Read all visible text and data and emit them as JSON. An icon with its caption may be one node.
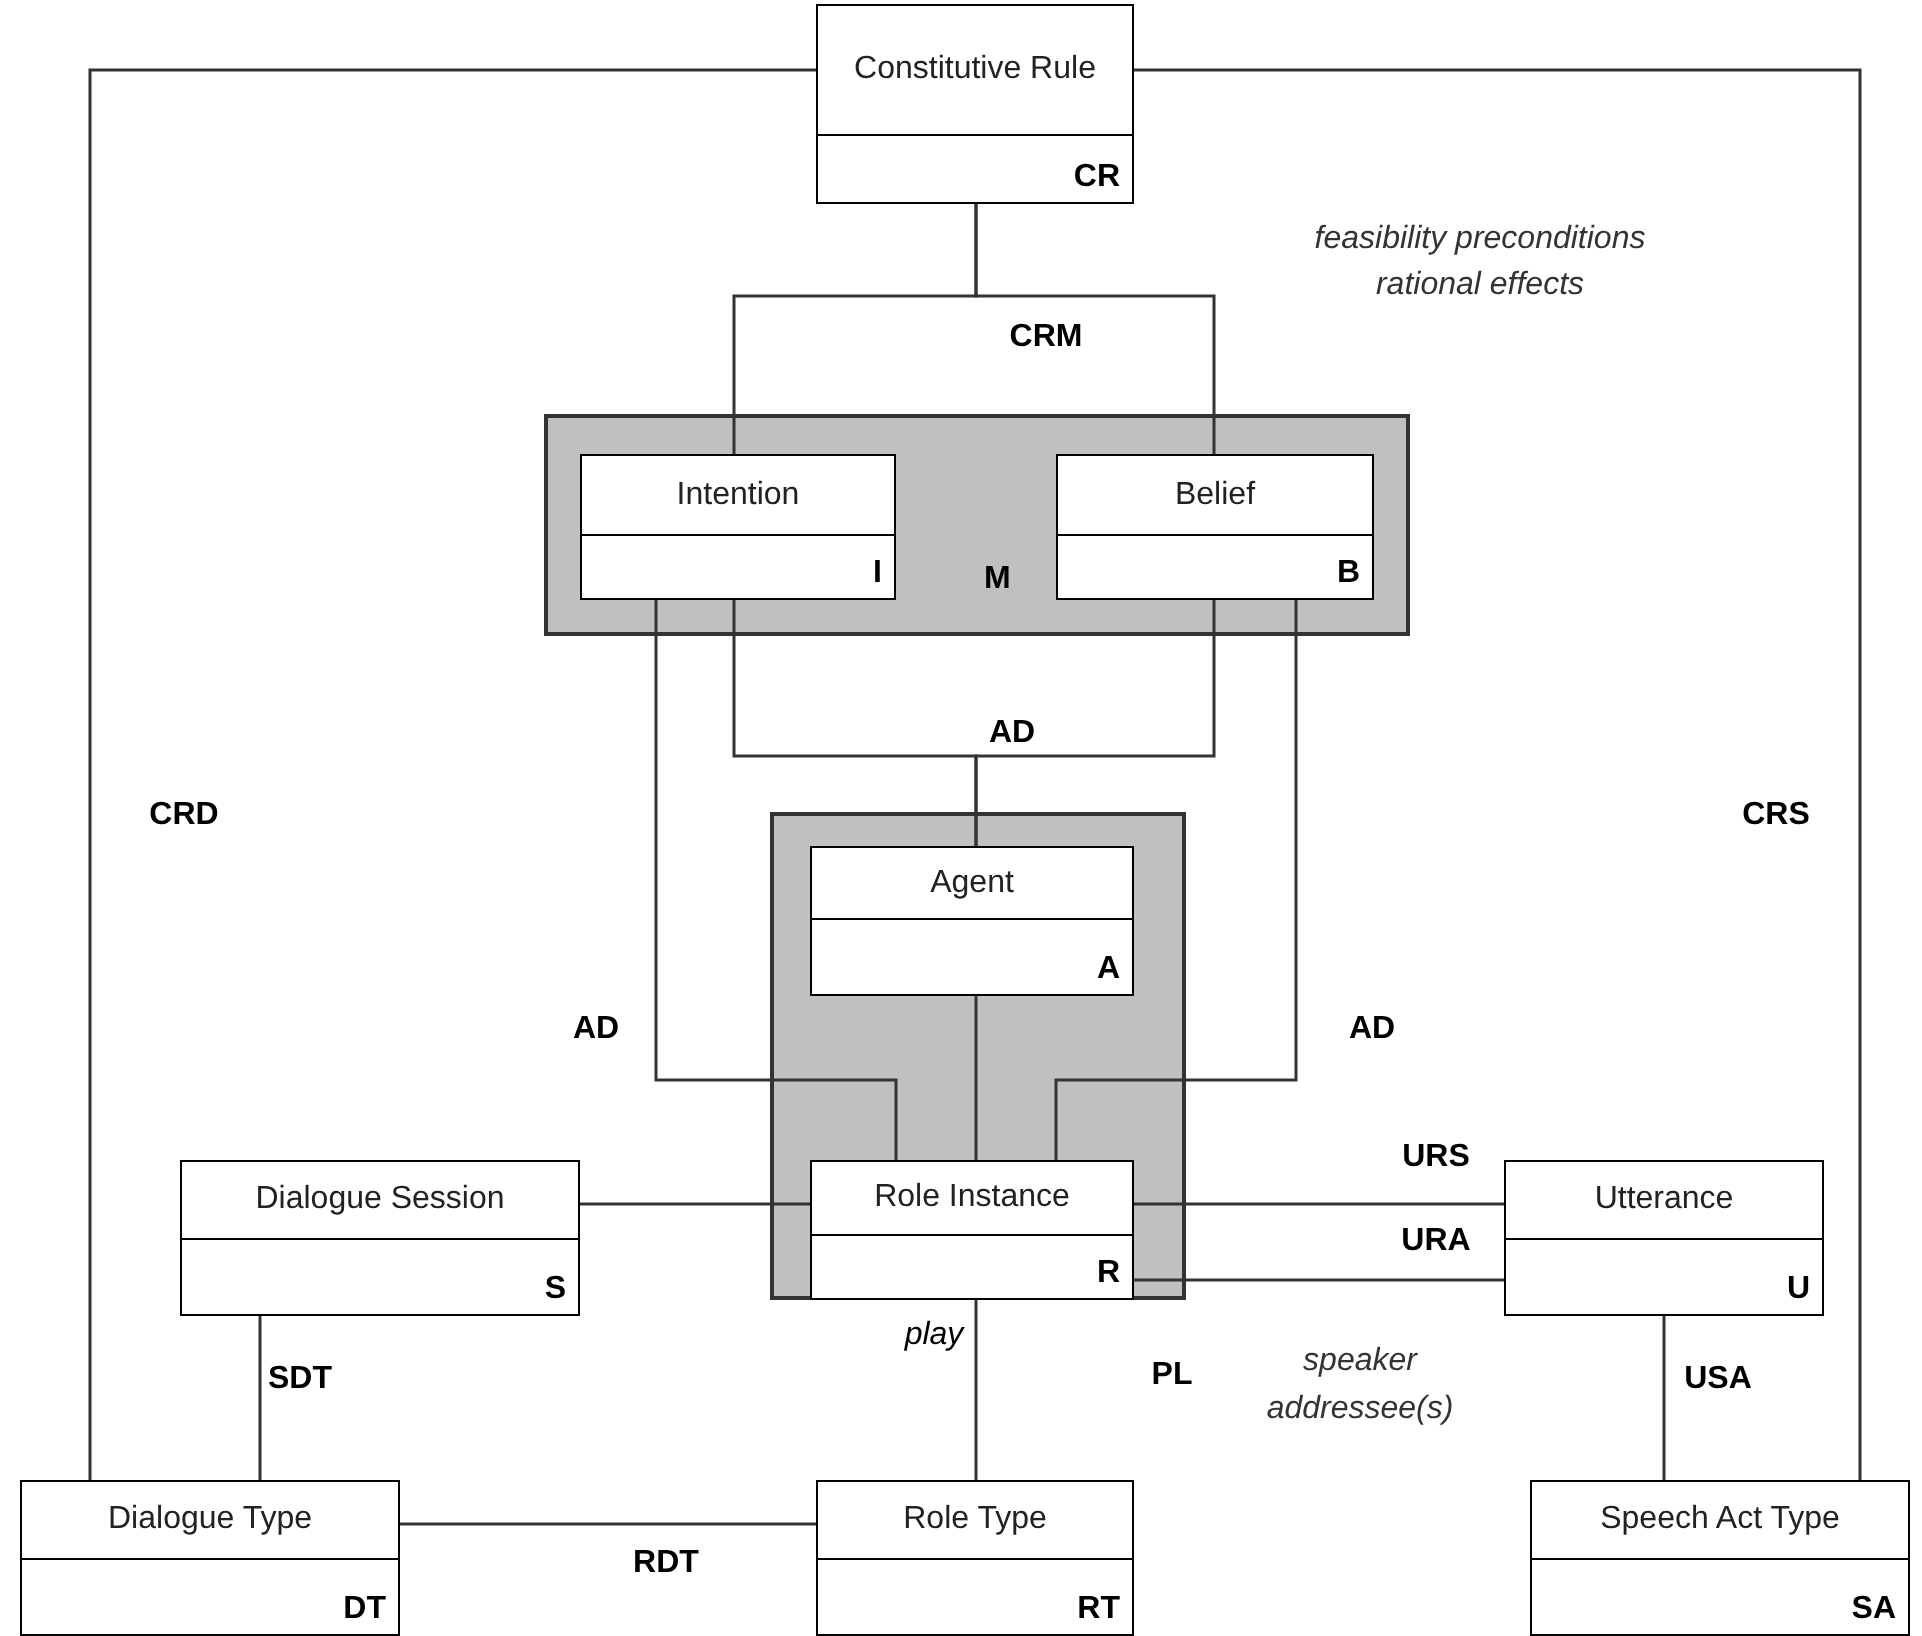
{
  "diagram": {
    "nodes": [
      {
        "text": [
          "Constitutive Rule",
          "CR"
        ]
      },
      {
        "text": [
          "M"
        ]
      },
      {
        "text": [
          "Intention",
          "I"
        ],
        "in": 1
      },
      {
        "text": [
          "Belief",
          "B"
        ],
        "in": 1
      },
      {
        "text": [],
        "shape": "box"
      },
      {
        "text": [
          "Agent",
          "A"
        ],
        "in": 4
      },
      {
        "text": [
          "Role Instance",
          "R"
        ],
        "in": 4
      },
      {
        "text": [
          "Dialogue Session",
          "S"
        ]
      },
      {
        "text": [
          "Utterance",
          "U"
        ]
      },
      {
        "text": [
          "Dialogue Type",
          "DT"
        ]
      },
      {
        "text": [
          "Role Type",
          "RT"
        ]
      },
      {
        "text": [
          "Speech Act Type",
          "SA"
        ]
      }
    ],
    "edges": [
      {
        "from": 0,
        "to": 2,
        "arrow": "none",
        "label": "CRM"
      },
      {
        "from": 0,
        "to": 3,
        "arrow": "none"
      },
      {
        "from": 0,
        "to": 9,
        "arrow": "none",
        "label": "CRD"
      },
      {
        "from": 0,
        "to": 11,
        "arrow": "none",
        "label": "CRS"
      },
      {
        "from": 2,
        "to": 5,
        "arrow": "none",
        "label": "AD"
      },
      {
        "from": 3,
        "to": 5,
        "arrow": "none"
      },
      {
        "from": 2,
        "to": 6,
        "arrow": "none",
        "label": "AD"
      },
      {
        "from": 3,
        "to": 6,
        "arrow": "none",
        "label": "AD"
      },
      {
        "from": 5,
        "to": 6,
        "arrow": "none"
      },
      {
        "from": 7,
        "to": 6,
        "arrow": "none"
      },
      {
        "from": 6,
        "to": 8,
        "arrow": "none",
        "label": "URS"
      },
      {
        "from": 6,
        "to": 8,
        "arrow": "none",
        "label": "URA"
      },
      {
        "from": 7,
        "to": 9,
        "arrow": "none",
        "label": "SDT"
      },
      {
        "from": 6,
        "to": 10,
        "arrow": "none",
        "label": "play"
      },
      {
        "from": 9,
        "to": 10,
        "arrow": "none",
        "label": "RDT"
      },
      {
        "from": 8,
        "to": 11,
        "arrow": "none",
        "label": "USA"
      }
    ],
    "labels": [
      "feasibility preconditions",
      "rational effects",
      "PL",
      "speaker",
      "addressee(s)"
    ]
  }
}
